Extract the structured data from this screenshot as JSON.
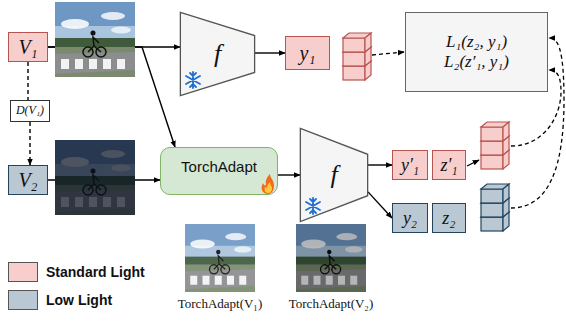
{
  "diagram": {
    "nodes": [
      {
        "text": [
          "V₁"
        ]
      },
      {
        "text": [
          "D(V₁)"
        ]
      },
      {
        "text": [
          "V₂"
        ]
      },
      {
        "text": [
          "f"
        ]
      },
      {
        "text": [
          "y₁"
        ]
      },
      {
        "text": [
          "L₁(z₂, y₁)",
          "L₂(z′₁, y₁)"
        ]
      },
      {
        "text": [
          "TorchAdapt"
        ]
      },
      {
        "text": [
          "f"
        ]
      },
      {
        "text": [
          "y′₁"
        ]
      },
      {
        "text": [
          "z′₁"
        ]
      },
      {
        "text": [
          "y₂"
        ]
      },
      {
        "text": [
          "z₂"
        ]
      }
    ],
    "edges": [
      {
        "from": 0,
        "to": 3,
        "arrow": "to"
      },
      {
        "from": 0,
        "to": 6,
        "arrow": "to"
      },
      {
        "from": 0,
        "to": 1,
        "arrow": "none"
      },
      {
        "from": 1,
        "to": 2,
        "arrow": "to"
      },
      {
        "from": 2,
        "to": 6,
        "arrow": "to"
      },
      {
        "from": 3,
        "to": 4,
        "arrow": "to"
      },
      {
        "from": 6,
        "to": 7,
        "arrow": "to"
      },
      {
        "from": 7,
        "to": 8,
        "arrow": "to"
      },
      {
        "from": 7,
        "to": 10,
        "arrow": "to"
      }
    ],
    "labels": [
      "TorchAdapt(V₁)",
      "TorchAdapt(V₂)"
    ],
    "legend": [
      {
        "text": "Standard Light",
        "color": "#f8cecc"
      },
      {
        "text": "Low Light",
        "color": "#bac8d3"
      }
    ]
  }
}
